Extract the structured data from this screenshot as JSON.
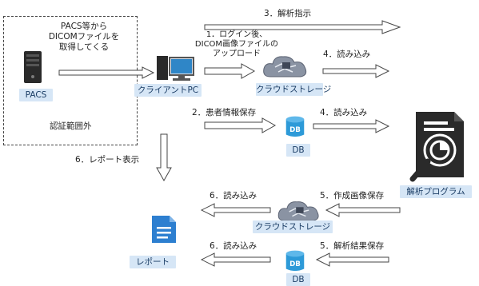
{
  "boundary": {
    "note": "PACS等から\nDICOMファイルを\n取得してくる",
    "outside_label": "認証範囲外"
  },
  "nodes": {
    "pacs": "PACS",
    "client_pc": "クライアントPC",
    "cloud_storage_top": "クラウドストレージ",
    "cloud_storage_bottom": "クラウドストレージ",
    "db_middle": "DB",
    "db_bottom": "DB",
    "analysis_program": "解析プログラム",
    "report": "レポート"
  },
  "steps": {
    "step3": "3．解析指示",
    "step1": "1．ログイン後、\nDICOM画像ファイルの\nアップロード",
    "step4_top": "4．読み込み",
    "step2": "2．患者情報保存",
    "step4_mid": "4．読み込み",
    "step6_report": "6．レポート表示",
    "step6_read_upper": "6．読み込み",
    "step5_image": "5．作成画像保存",
    "step6_read_lower": "6．読み込み",
    "step5_result": "5．解析結果保存"
  },
  "colors": {
    "tag_bg": "#d6e6f6",
    "db_blue": "#2d9ad8",
    "doc_blue": "#2d7fd0",
    "icon_dark": "#2a2a2a",
    "cloud_gray": "#8a93a3"
  }
}
